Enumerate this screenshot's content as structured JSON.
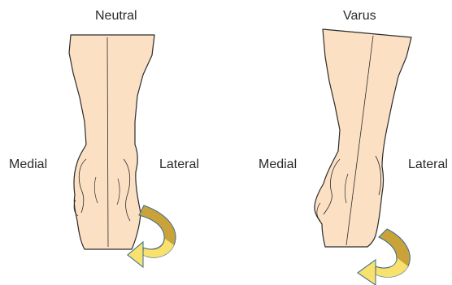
{
  "titles": {
    "left": "Neutral",
    "right": "Varus"
  },
  "side_labels": {
    "left_medial": "Medial",
    "left_lateral": "Lateral",
    "right_medial": "Medial",
    "right_lateral": "Lateral"
  },
  "colors": {
    "skin_fill": "#fbe0c4",
    "outline": "#2b2b2b",
    "arrow_gold": "#c9a23a",
    "arrow_yellow": "#f8e16e",
    "arrow_outline": "#3a6d8f"
  },
  "icons": {
    "arrow": "curved-arrow-icon"
  }
}
